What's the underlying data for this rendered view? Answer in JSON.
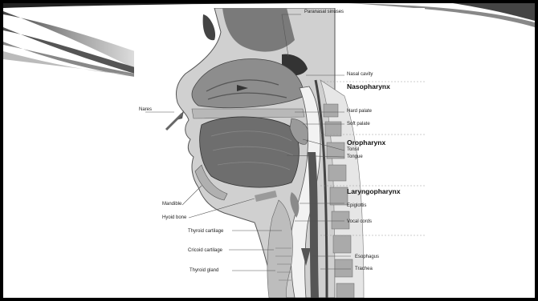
{
  "diagram": {
    "labels": {
      "paranasal_sinuses": "Paranasal sinuses",
      "nasal_cavity": "Nasal cavity",
      "nares": "Nares",
      "hard_palate": "Hard palate",
      "soft_palate": "Soft palate",
      "tonsil": "Tonsil",
      "tongue": "Tongue",
      "mandible": "Mandible",
      "hyoid_bone": "Hyoid bone",
      "epiglottis": "Epiglottis",
      "vocal_cords": "Vocal cords",
      "thyroid_cartilage": "Thyroid cartilage",
      "cricoid_cartilage": "Cricoid cartilage",
      "thyroid_gland": "Thyroid gland",
      "esophagus": "Esophagus",
      "trachea": "Trachea"
    },
    "regions": {
      "nasopharynx": "Nasopharynx",
      "oropharynx": "Oropharynx",
      "laryngopharynx": "Laryngopharynx"
    }
  },
  "colors": {
    "frame": "#000000",
    "slide": "#ffffff",
    "tissue_dark": "#6a6a6a",
    "tissue_light": "#d8d8d8",
    "bone": "#bdbdbd"
  }
}
